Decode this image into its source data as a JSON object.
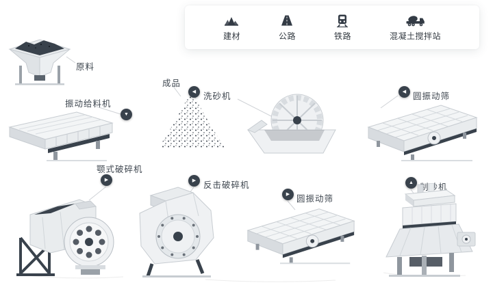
{
  "applications": {
    "items": [
      {
        "label": "建材",
        "icon": "aggregate-pile-icon"
      },
      {
        "label": "公路",
        "icon": "highway-icon"
      },
      {
        "label": "铁路",
        "icon": "railway-icon"
      },
      {
        "label": "混凝土搅拌站",
        "icon": "mixer-truck-icon"
      }
    ]
  },
  "nodes": {
    "raw_material": {
      "label": "原料"
    },
    "vibrating_feeder": {
      "label": "振动给料机",
      "badge": "▼"
    },
    "finished_product": {
      "label": "成品"
    },
    "sand_washer": {
      "label": "洗砂机",
      "badge": "◀"
    },
    "screen_top": {
      "label": "圆振动筛",
      "badge": "◀"
    },
    "jaw_crusher": {
      "label": "颚式破碎机",
      "badge": "▶"
    },
    "impact_crusher": {
      "label": "反击破碎机",
      "badge": "▶"
    },
    "screen_bottom": {
      "label": "圆振动筛",
      "badge": "▶"
    },
    "sand_maker": {
      "label": "制砂机",
      "badge": "▲"
    }
  },
  "colors": {
    "accent_dark": "#39424c",
    "machine_light": "#eff1f3",
    "machine_shade": "#d8dce0",
    "connector_line": "#cfd2d6",
    "text": "#3f4750",
    "background": "#ffffff"
  }
}
